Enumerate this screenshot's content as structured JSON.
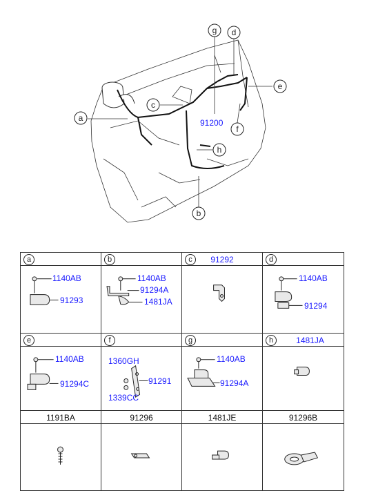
{
  "diagram": {
    "main_part": "91200",
    "callouts": [
      "a",
      "b",
      "c",
      "d",
      "e",
      "f",
      "g",
      "h"
    ]
  },
  "table": {
    "cells": {
      "a": {
        "letter": "a",
        "parts": [
          "1140AB",
          "91293"
        ]
      },
      "b": {
        "letter": "b",
        "parts": [
          "1140AB",
          "91294A",
          "1481JA"
        ]
      },
      "c": {
        "letter": "c",
        "code": "91292"
      },
      "d": {
        "letter": "d",
        "parts": [
          "1140AB",
          "91294"
        ]
      },
      "e": {
        "letter": "e",
        "parts": [
          "1140AB",
          "91294C"
        ]
      },
      "f": {
        "letter": "f",
        "parts": [
          "1360GH",
          "91291",
          "1339CC"
        ]
      },
      "g": {
        "letter": "g",
        "parts": [
          "1140AB",
          "91294A"
        ]
      },
      "h": {
        "letter": "h",
        "code": "1481JA"
      },
      "r1": {
        "code": "1191BA"
      },
      "r2": {
        "code": "91296"
      },
      "r3": {
        "code": "1481JE"
      },
      "r4": {
        "code": "91296B"
      }
    }
  }
}
